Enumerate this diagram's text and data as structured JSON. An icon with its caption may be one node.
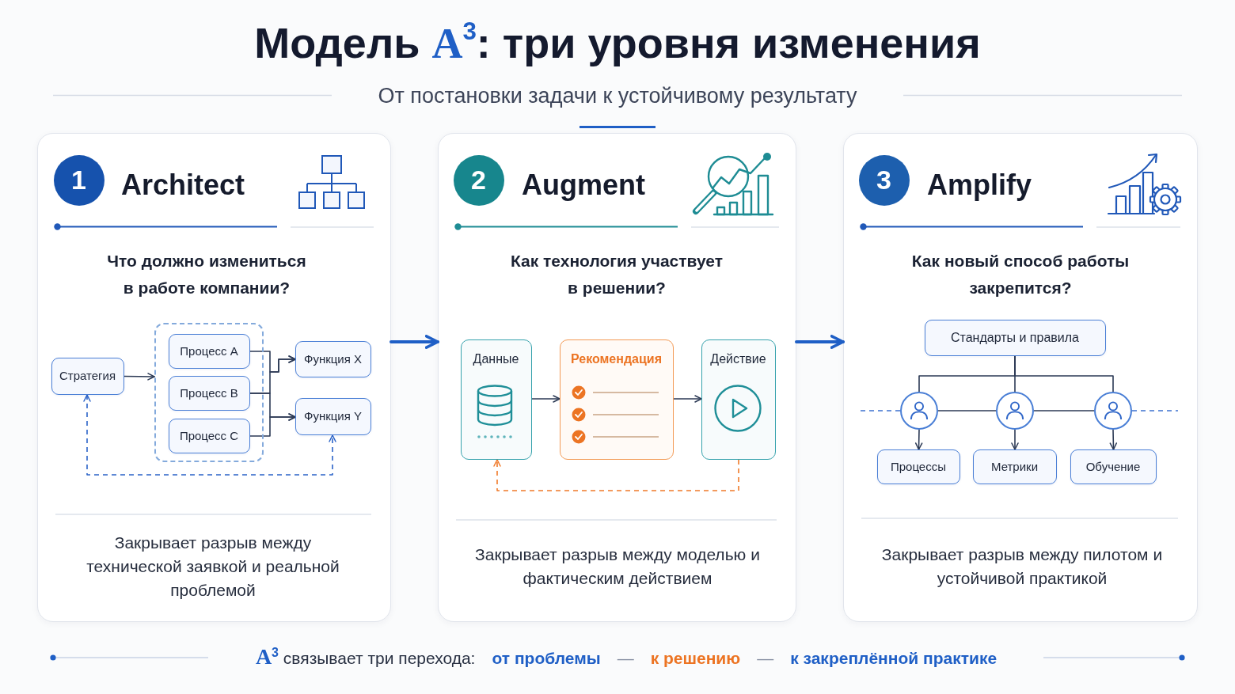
{
  "diagram": {
    "title": "Модель A$^{3}$: три уровня изменения",
    "nodes": [
      {
        "text": [
          "Architect",
          "Что должно измениться в работе компании?",
          "Закрывает разрыв между технической заявкой и реальной проблемой"
        ]
      },
      {
        "text": [
          "1"
        ],
        "in": 0
      },
      {
        "text": [
          "Стратегия"
        ],
        "in": 0
      },
      {
        "text": [],
        "shape": "box",
        "in": 0
      },
      {
        "text": [
          "Процесс A"
        ],
        "in": 3
      },
      {
        "text": [
          "Процесс B"
        ],
        "in": 3
      },
      {
        "text": [
          "Процесс C"
        ],
        "in": 3
      },
      {
        "text": [
          "Функция X"
        ],
        "in": 0
      },
      {
        "text": [
          "Функция Y"
        ],
        "in": 0
      },
      {
        "text": [
          "Augment",
          "Как технология участвует в решении?",
          "Закрывает разрыв между моделью и фактическим действием"
        ]
      },
      {
        "text": [
          "2"
        ],
        "in": 9
      },
      {
        "text": [
          "Данные"
        ],
        "in": 9
      },
      {
        "text": [
          "Рекомендация"
        ],
        "in": 9
      },
      {
        "text": [
          "Действие"
        ],
        "in": 9
      },
      {
        "text": [
          "Amplify",
          "Как новый способ работы закрепится?",
          "Закрывает разрыв между пилотом и устойчивой практикой"
        ]
      },
      {
        "text": [
          "3"
        ],
        "in": 14
      },
      {
        "text": [
          "Стандарты и правила"
        ],
        "in": 14
      },
      {
        "text": [],
        "shape": "circle",
        "in": 14
      },
      {
        "text": [],
        "shape": "circle",
        "in": 14
      },
      {
        "text": [],
        "shape": "circle",
        "in": 14
      },
      {
        "text": [
          "Процессы"
        ],
        "in": 14
      },
      {
        "text": [
          "Метрики"
        ],
        "in": 14
      },
      {
        "text": [
          "Обучение"
        ],
        "in": 14
      }
    ],
    "edges": [
      {
        "from": 0,
        "to": 9,
        "arrow": "to",
        "style": "thick",
        "color": "#1f5fc6"
      },
      {
        "from": 9,
        "to": 14,
        "arrow": "to",
        "style": "thick",
        "color": "#1f5fc6"
      },
      {
        "from": 2,
        "to": 3,
        "arrow": "to"
      },
      {
        "from": 4,
        "to": 7,
        "arrow": "to"
      },
      {
        "from": 5,
        "to": 7,
        "arrow": "to"
      },
      {
        "from": 5,
        "to": 8,
        "arrow": "to"
      },
      {
        "from": 6,
        "to": 8,
        "arrow": "to"
      },
      {
        "from": 2,
        "to": 8,
        "arrow": "both",
        "style": "dashed",
        "color": "#2b63c8"
      },
      {
        "from": 11,
        "to": 12,
        "arrow": "to"
      },
      {
        "from": 12,
        "to": 13,
        "arrow": "to"
      },
      {
        "from": 13,
        "to": 11,
        "arrow": "to",
        "style": "dashed",
        "color": "#f07a2a"
      },
      {
        "from": 16,
        "to": 17,
        "arrow": "none"
      },
      {
        "from": 16,
        "to": 18,
        "arrow": "none"
      },
      {
        "from": 16,
        "to": 19,
        "arrow": "none"
      },
      {
        "from": null,
        "to": 17,
        "arrow": "none",
        "style": "dashed",
        "color": "#3d72d0"
      },
      {
        "from": 17,
        "to": 18,
        "arrow": "none"
      },
      {
        "from": 18,
        "to": 19,
        "arrow": "none"
      },
      {
        "from": 19,
        "to": null,
        "arrow": "none",
        "style": "dashed",
        "color": "#3d72d0"
      },
      {
        "from": 17,
        "to": 20,
        "arrow": "to"
      },
      {
        "from": 18,
        "to": 21,
        "arrow": "to"
      },
      {
        "from": 19,
        "to": 22,
        "arrow": "to"
      }
    ],
    "labels": [
      "От постановки задачи к устойчивому результату",
      "A$^{3}$ связывает три перехода:",
      "от проблемы",
      "—",
      "к решению",
      "—",
      "к закреплённой практике"
    ]
  }
}
